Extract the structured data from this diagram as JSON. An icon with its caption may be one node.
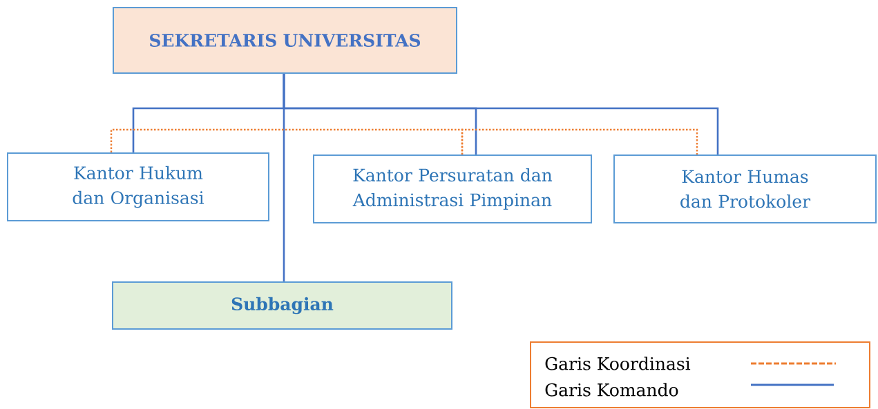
{
  "diagram": {
    "nodes": [
      {
        "text": [
          "SEKRETARIS UNIVERSITAS"
        ]
      },
      {
        "text": [
          "Kantor Hukum dan Organisasi"
        ]
      },
      {
        "text": [
          "Kantor Persuratan dan Administrasi Pimpinan"
        ]
      },
      {
        "text": [
          "Kantor Humas dan Protokoler"
        ]
      },
      {
        "text": [
          "Subbagian"
        ]
      }
    ],
    "edges": [
      {
        "from": 0,
        "to": 1,
        "arrow": "none"
      },
      {
        "from": 0,
        "to": 2,
        "arrow": "none"
      },
      {
        "from": 0,
        "to": 3,
        "arrow": "none"
      },
      {
        "from": 0,
        "to": 4,
        "arrow": "none"
      },
      {
        "from": 1,
        "to": 2,
        "arrow": "none",
        "style": "dashed",
        "color": "#ed7d31"
      },
      {
        "from": 2,
        "to": 3,
        "arrow": "none",
        "style": "dashed",
        "color": "#ed7d31"
      }
    ],
    "legend": [
      {
        "text": "Garis Koordinasi"
      },
      {
        "text": "Garis Komando"
      }
    ]
  }
}
